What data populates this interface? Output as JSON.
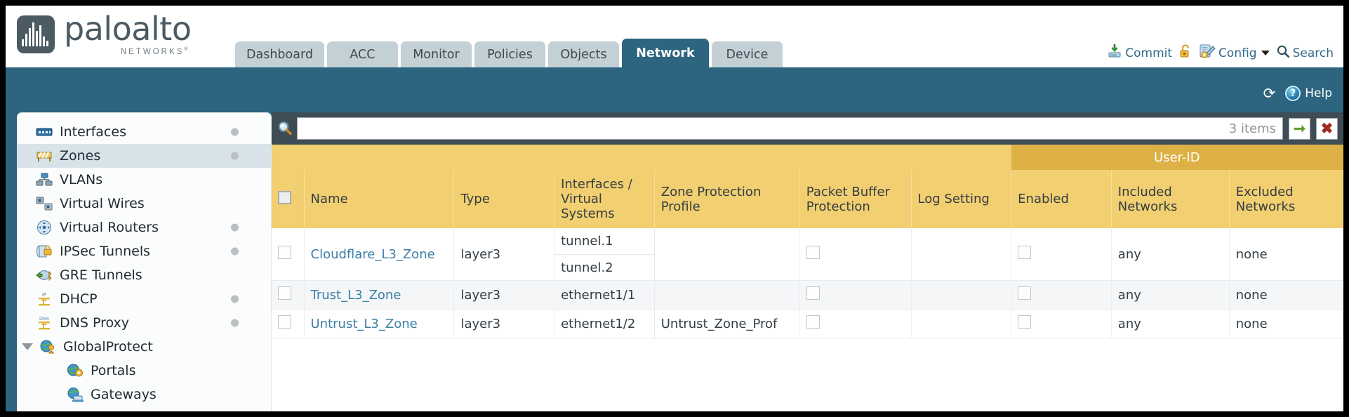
{
  "brand": {
    "word": "paloalto",
    "sub": "NETWORKS",
    "sup": "®"
  },
  "nav_tabs": [
    {
      "label": "Dashboard",
      "active": false
    },
    {
      "label": "ACC",
      "active": false
    },
    {
      "label": "Monitor",
      "active": false
    },
    {
      "label": "Policies",
      "active": false
    },
    {
      "label": "Objects",
      "active": false
    },
    {
      "label": "Network",
      "active": true
    },
    {
      "label": "Device",
      "active": false
    }
  ],
  "top_actions": {
    "commit": "Commit",
    "config": "Config",
    "search": "Search",
    "lock_icon": "unlock-icon",
    "commit_icon": "commit-icon",
    "config_icon": "config-icon",
    "search_icon": "search-icon"
  },
  "blueband": {
    "refresh_icon": "refresh-icon",
    "help_icon": "help-icon",
    "help_label": "Help",
    "help_glyph": "?"
  },
  "sidebar": {
    "items": [
      {
        "label": "Interfaces",
        "icon": "interfaces-icon",
        "dot": true,
        "child": false,
        "twisty": false,
        "selected": false
      },
      {
        "label": "Zones",
        "icon": "zones-icon",
        "dot": true,
        "child": false,
        "twisty": false,
        "selected": true
      },
      {
        "label": "VLANs",
        "icon": "vlans-icon",
        "dot": false,
        "child": false,
        "twisty": false,
        "selected": false
      },
      {
        "label": "Virtual Wires",
        "icon": "virtual-wires-icon",
        "dot": false,
        "child": false,
        "twisty": false,
        "selected": false
      },
      {
        "label": "Virtual Routers",
        "icon": "virtual-routers-icon",
        "dot": true,
        "child": false,
        "twisty": false,
        "selected": false
      },
      {
        "label": "IPSec Tunnels",
        "icon": "ipsec-tunnels-icon",
        "dot": true,
        "child": false,
        "twisty": false,
        "selected": false
      },
      {
        "label": "GRE Tunnels",
        "icon": "gre-tunnels-icon",
        "dot": false,
        "child": false,
        "twisty": false,
        "selected": false
      },
      {
        "label": "DHCP",
        "icon": "dhcp-icon",
        "dot": true,
        "child": false,
        "twisty": false,
        "selected": false
      },
      {
        "label": "DNS Proxy",
        "icon": "dns-proxy-icon",
        "dot": true,
        "child": false,
        "twisty": false,
        "selected": false
      },
      {
        "label": "GlobalProtect",
        "icon": "globalprotect-icon",
        "dot": false,
        "child": false,
        "twisty": true,
        "selected": false
      },
      {
        "label": "Portals",
        "icon": "portals-icon",
        "dot": false,
        "child": true,
        "twisty": false,
        "selected": false
      },
      {
        "label": "Gateways",
        "icon": "gateways-icon",
        "dot": false,
        "child": true,
        "twisty": false,
        "selected": false
      }
    ]
  },
  "search": {
    "value": "",
    "placeholder": "",
    "items_count": "3 items",
    "apply_icon": "apply-filter-icon",
    "clear_icon": "clear-filter-icon",
    "magnifier_icon": "magnifier-icon"
  },
  "table": {
    "group_header": "User-ID",
    "columns": [
      "Name",
      "Type",
      "Interfaces / Virtual Systems",
      "Zone Protection Profile",
      "Packet Buffer Protection",
      "Log Setting",
      "Enabled",
      "Included Networks",
      "Excluded Networks"
    ],
    "rows": [
      {
        "name": "Cloudflare_L3_Zone",
        "type": "layer3",
        "interfaces": [
          "tunnel.1",
          "tunnel.2"
        ],
        "zone_protection_profile": "",
        "packet_buffer_protection": false,
        "log_setting": "",
        "userid_enabled": false,
        "included_networks": "any",
        "excluded_networks": "none",
        "selected": false
      },
      {
        "name": "Trust_L3_Zone",
        "type": "layer3",
        "interfaces": [
          "ethernet1/1"
        ],
        "zone_protection_profile": "",
        "packet_buffer_protection": false,
        "log_setting": "",
        "userid_enabled": false,
        "included_networks": "any",
        "excluded_networks": "none",
        "selected": false
      },
      {
        "name": "Untrust_L3_Zone",
        "type": "layer3",
        "interfaces": [
          "ethernet1/2"
        ],
        "zone_protection_profile": "Untrust_Zone_Prof",
        "packet_buffer_protection": false,
        "log_setting": "",
        "userid_enabled": false,
        "included_networks": "any",
        "excluded_networks": "none",
        "selected": false
      }
    ]
  },
  "colors": {
    "brand_blue": "#2d647f",
    "tab_inactive": "#c3d0d5",
    "header_yellow": "#f2cf70",
    "group_yellow": "#ddb146",
    "link_blue": "#3b7fa6",
    "panel_dark": "#3e4c56"
  }
}
